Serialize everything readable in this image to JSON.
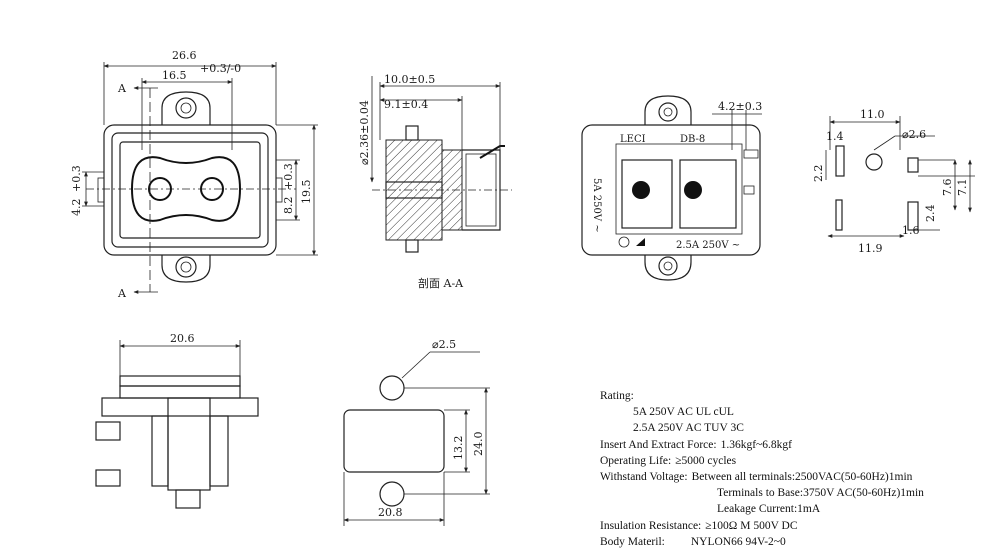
{
  "dims": {
    "front_width": "26.6",
    "front_inner_width": "16.5",
    "front_inner_tol": "+0.3/-0",
    "front_left_h": "4.2",
    "front_left_tol": "+0.3",
    "front_inner_h": "8.2",
    "front_inner_h_tol": "+0.3",
    "front_total_h": "19.5",
    "section_a": "A",
    "sec_w1": "10.0±0.5",
    "sec_w2": "9.1±0.4",
    "sec_dia": "⌀2.36±0.04",
    "sec_caption": "剖面 A-A",
    "rear_dim": "4.2±0.3",
    "pin_w_top": "11.0",
    "pin_14": "1.4",
    "pin_dia": "⌀2.6",
    "pin_22": "2.2",
    "pin_76": "7.6",
    "pin_71": "7.1",
    "pin_24": "2.4",
    "pin_16": "1.6",
    "pin_w_bot": "11.9",
    "side_w": "20.6",
    "cut_dia": "⌀2.5",
    "cut_h1": "13.2",
    "cut_h2": "24.0",
    "cut_w": "20.8"
  },
  "rear_labels": {
    "leci": "LECI",
    "db": "DB-8",
    "rating_left": "5A 250V ~",
    "rating_bottom": "2.5A 250V ~"
  },
  "specs": {
    "rating_label": "Rating:",
    "rating_1": "5A  250V AC UL cUL",
    "rating_2": "2.5A 250V AC TUV 3C",
    "insert_label": "Insert And Extract Force:",
    "insert_value": "1.36kgf~6.8kgf",
    "life_label": "Operating Life:",
    "life_value": "≥5000 cycles",
    "withstand_label": "Withstand Voltage:",
    "withstand_1": "Between all terminals:2500VAC(50-60Hz)1min",
    "withstand_2": "Terminals to Base:3750V AC(50-60Hz)1min",
    "withstand_3": "Leakage Current:1mA",
    "insulation_label": "Insulation Resistance:",
    "insulation_value": "≥100Ω M  500V DC",
    "body_label": "Body Materil:",
    "body_value": "NYLON66   94V-2~0"
  }
}
